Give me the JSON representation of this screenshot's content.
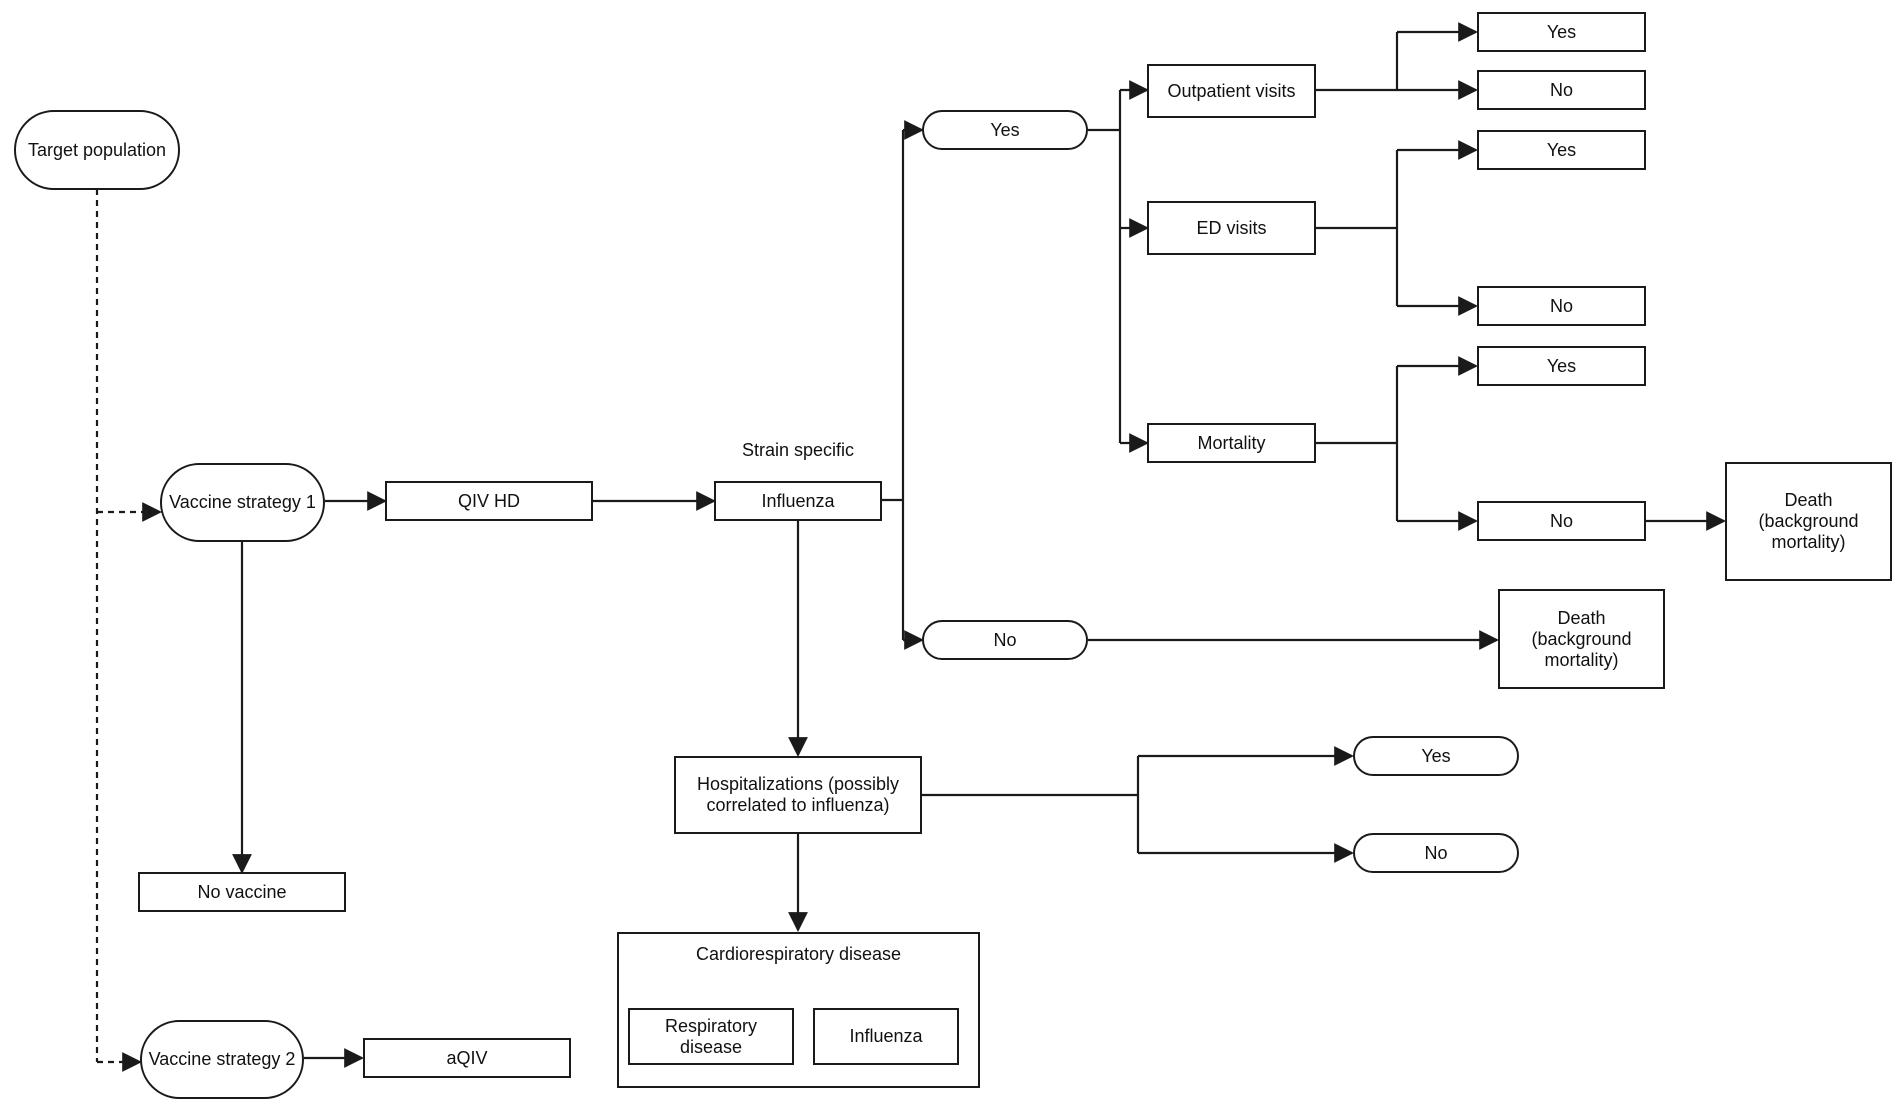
{
  "nodes": {
    "target_population": "Target population",
    "vaccine_strategy_1": "Vaccine strategy 1",
    "qiv_hd": "QIV HD",
    "no_vaccine": "No vaccine",
    "vaccine_strategy_2": "Vaccine strategy 2",
    "aqiv": "aQIV",
    "strain_specific": "Strain specific",
    "influenza": "Influenza",
    "yes_influenza": "Yes",
    "no_influenza": "No",
    "outpatient_visits": "Outpatient visits",
    "outpatient_yes": "Yes",
    "outpatient_no": "No",
    "ed_visits": "ED visits",
    "ed_yes": "Yes",
    "ed_no": "No",
    "mortality": "Mortality",
    "mortality_yes": "Yes",
    "mortality_no": "No",
    "death_background_1": "Death (background mortality)",
    "death_background_2": "Death (background mortality)",
    "hospitalizations": "Hospitalizations (possibly correlated to influenza)",
    "hosp_yes": "Yes",
    "hosp_no": "No",
    "cardiorespiratory_disease": "Cardiorespiratory disease",
    "respiratory_disease": "Respiratory disease",
    "cardio_influenza": "Influenza"
  }
}
